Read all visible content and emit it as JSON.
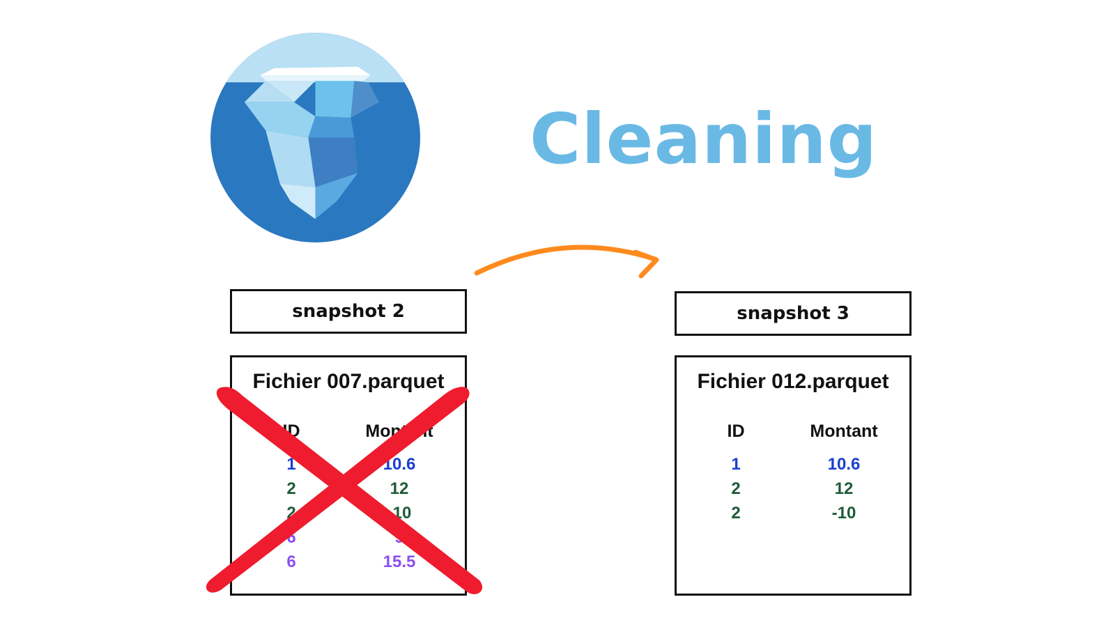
{
  "title": "Cleaning",
  "colors": {
    "title": "#6ab9e5",
    "arrow": "#ff8a1e",
    "cross": "#ee1c2e",
    "blue": "#1a3fcf",
    "green": "#1f5b3a",
    "purple": "#8a4ff0"
  },
  "icons": {
    "logo": "iceberg-logo-icon",
    "arrow": "curved-arrow-icon",
    "cross": "red-x-cross-icon"
  },
  "snapshots": [
    {
      "label": "snapshot 2",
      "file": "Fichier 007.parquet",
      "columns": [
        "ID",
        "Montant"
      ],
      "rows": [
        {
          "id": "1",
          "montant": "10.6",
          "color": "blue"
        },
        {
          "id": "2",
          "montant": "12",
          "color": "green"
        },
        {
          "id": "2",
          "montant": "-10",
          "color": "green"
        },
        {
          "id": "6",
          "montant": "9",
          "color": "purple"
        },
        {
          "id": "6",
          "montant": "15.5",
          "color": "purple"
        }
      ],
      "crossed_out": true
    },
    {
      "label": "snapshot 3",
      "file": "Fichier 012.parquet",
      "columns": [
        "ID",
        "Montant"
      ],
      "rows": [
        {
          "id": "1",
          "montant": "10.6",
          "color": "blue"
        },
        {
          "id": "2",
          "montant": "12",
          "color": "green"
        },
        {
          "id": "2",
          "montant": "-10",
          "color": "green"
        }
      ],
      "crossed_out": false
    }
  ]
}
